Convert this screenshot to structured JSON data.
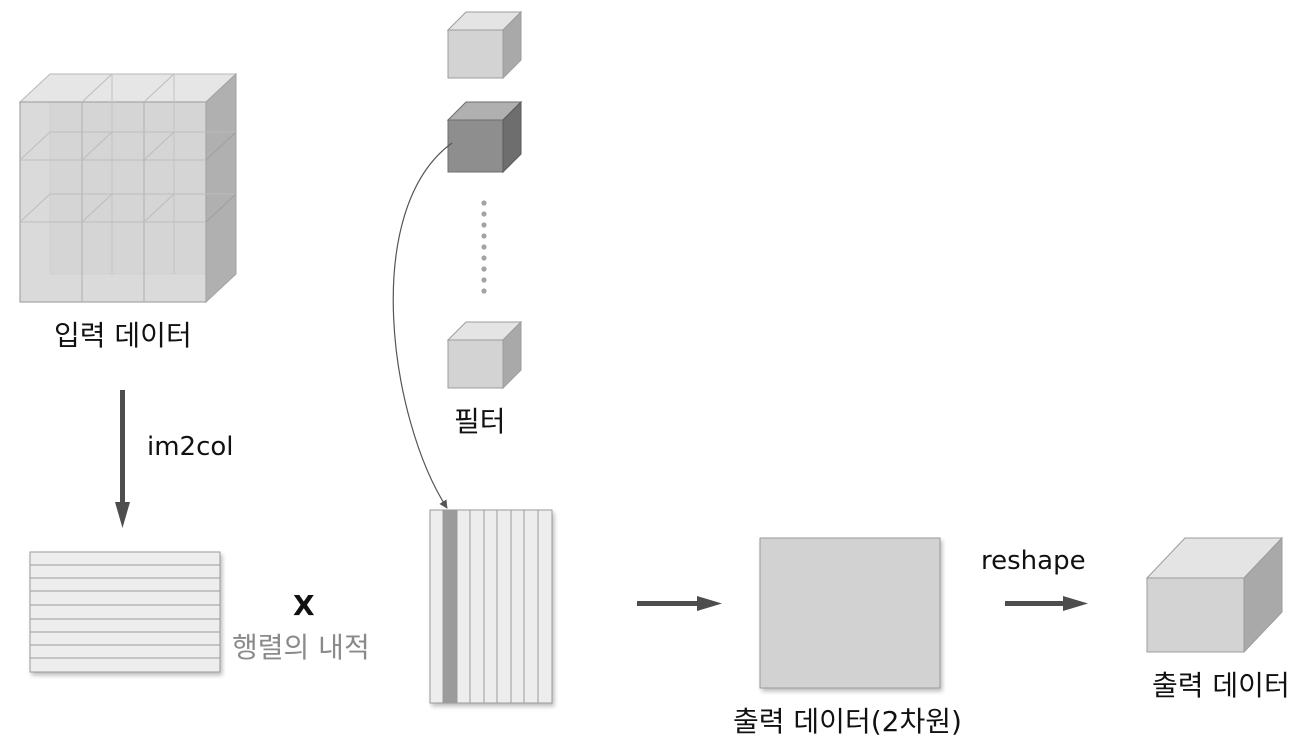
{
  "labels": {
    "input_data": "입력 데이터",
    "im2col": "im2col",
    "filter": "필터",
    "multiply": "X",
    "dot_product": "행렬의 내적",
    "output_2d": "출력 데이터(2차원)",
    "reshape": "reshape",
    "output_data": "출력 데이터"
  },
  "colors": {
    "box_light": "#d6d6d6",
    "box_side": "#a9a9a9",
    "box_top": "#e6e6e6",
    "box_stroke": "#9c9c9c",
    "filter_dark_front": "#8e8e8e",
    "filter_dark_top": "#b0b0b0",
    "filter_dark_side": "#6e6e6e",
    "arrow": "#4d4d4d",
    "highlight_column": "#9b9b9b"
  }
}
